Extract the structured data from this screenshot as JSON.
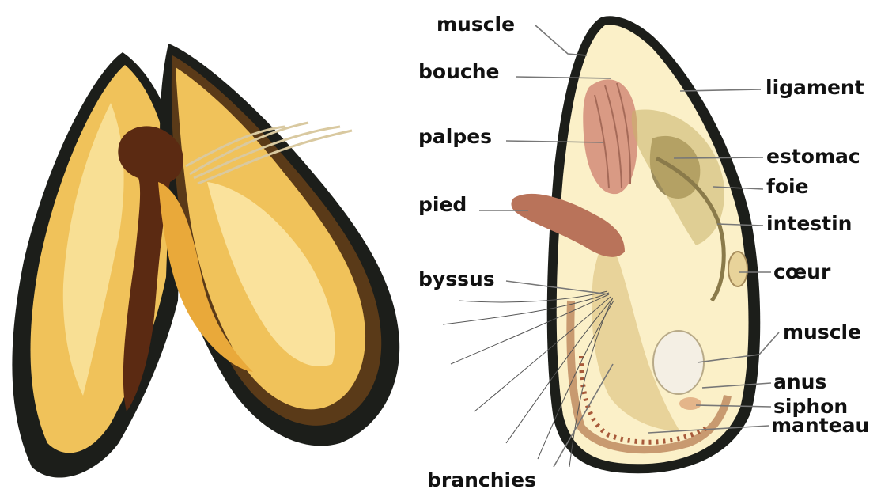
{
  "labels": {
    "muscle_top": "muscle",
    "bouche": "bouche",
    "palpes": "palpes",
    "pied": "pied",
    "byssus": "byssus",
    "branchies": "branchies",
    "ligament": "ligament",
    "estomac": "estomac",
    "foie": "foie",
    "intestin": "intestin",
    "coeur": "cœur",
    "muscle_bottom": "muscle",
    "anus": "anus",
    "siphon": "siphon",
    "manteau": "manteau"
  },
  "colors": {
    "shell_dark": "#1c1e1a",
    "shell_brown": "#5a3a18",
    "flesh_yellow": "#f0c25a",
    "flesh_light": "#fbe8a8",
    "diagram_fill": "#fbf0c8",
    "foot": "#b9735a",
    "palps": "#d99a84",
    "leader": "#777777"
  }
}
